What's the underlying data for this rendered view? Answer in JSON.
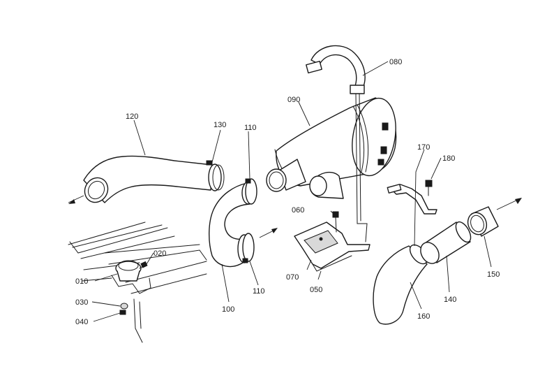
{
  "labels": {
    "p010": "010",
    "p020": "020",
    "p030": "030",
    "p040": "040",
    "p050": "050",
    "p060": "060",
    "p070": "070",
    "p080": "080",
    "p090": "090",
    "p100": "100",
    "p110a": "110",
    "p110b": "110",
    "p120": "120",
    "p130": "130",
    "p140": "140",
    "p150": "150",
    "p160": "160",
    "p170": "170",
    "p180": "180"
  }
}
